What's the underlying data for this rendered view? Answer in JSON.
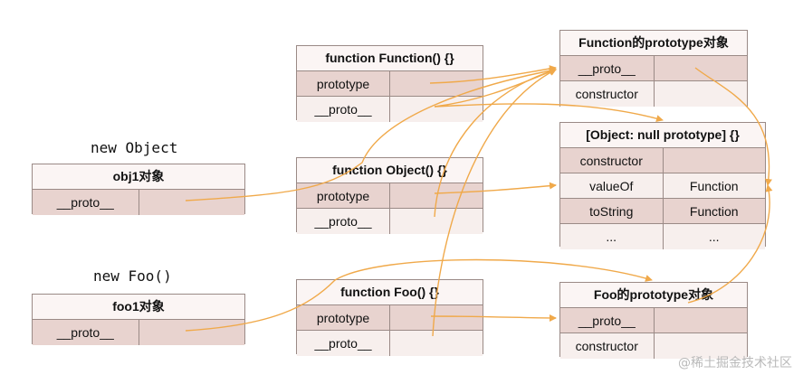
{
  "labels": {
    "new_object": "new Object",
    "new_foo": "new Foo()"
  },
  "boxes": {
    "function_function": {
      "title": "function Function() {}",
      "rows": [
        [
          "prototype",
          ""
        ],
        [
          "__proto__",
          ""
        ]
      ]
    },
    "function_object": {
      "title": "function Object() {}",
      "rows": [
        [
          "prototype",
          ""
        ],
        [
          "__proto__",
          ""
        ]
      ]
    },
    "function_foo": {
      "title": "function Foo() {}",
      "rows": [
        [
          "prototype",
          ""
        ],
        [
          "__proto__",
          ""
        ]
      ]
    },
    "obj1": {
      "title": "obj1对象",
      "rows": [
        [
          "__proto__",
          ""
        ]
      ]
    },
    "foo1": {
      "title": "foo1对象",
      "rows": [
        [
          "__proto__",
          ""
        ]
      ]
    },
    "function_prototype": {
      "title": "Function的prototype对象",
      "rows": [
        [
          "__proto__",
          ""
        ],
        [
          "constructor",
          ""
        ]
      ]
    },
    "object_prototype": {
      "title": "[Object: null prototype] {}",
      "rows": [
        [
          "constructor",
          ""
        ],
        [
          "valueOf",
          "Function"
        ],
        [
          "toString",
          "Function"
        ],
        [
          "...",
          "..."
        ]
      ]
    },
    "foo_prototype": {
      "title": "Foo的prototype对象",
      "rows": [
        [
          "__proto__",
          ""
        ],
        [
          "constructor",
          ""
        ]
      ]
    }
  },
  "watermark": "@稀土掘金技术社区",
  "colors": {
    "arrow": "#f0a94a",
    "border": "#9a8a86",
    "row_shade": "#e8d3cf"
  }
}
